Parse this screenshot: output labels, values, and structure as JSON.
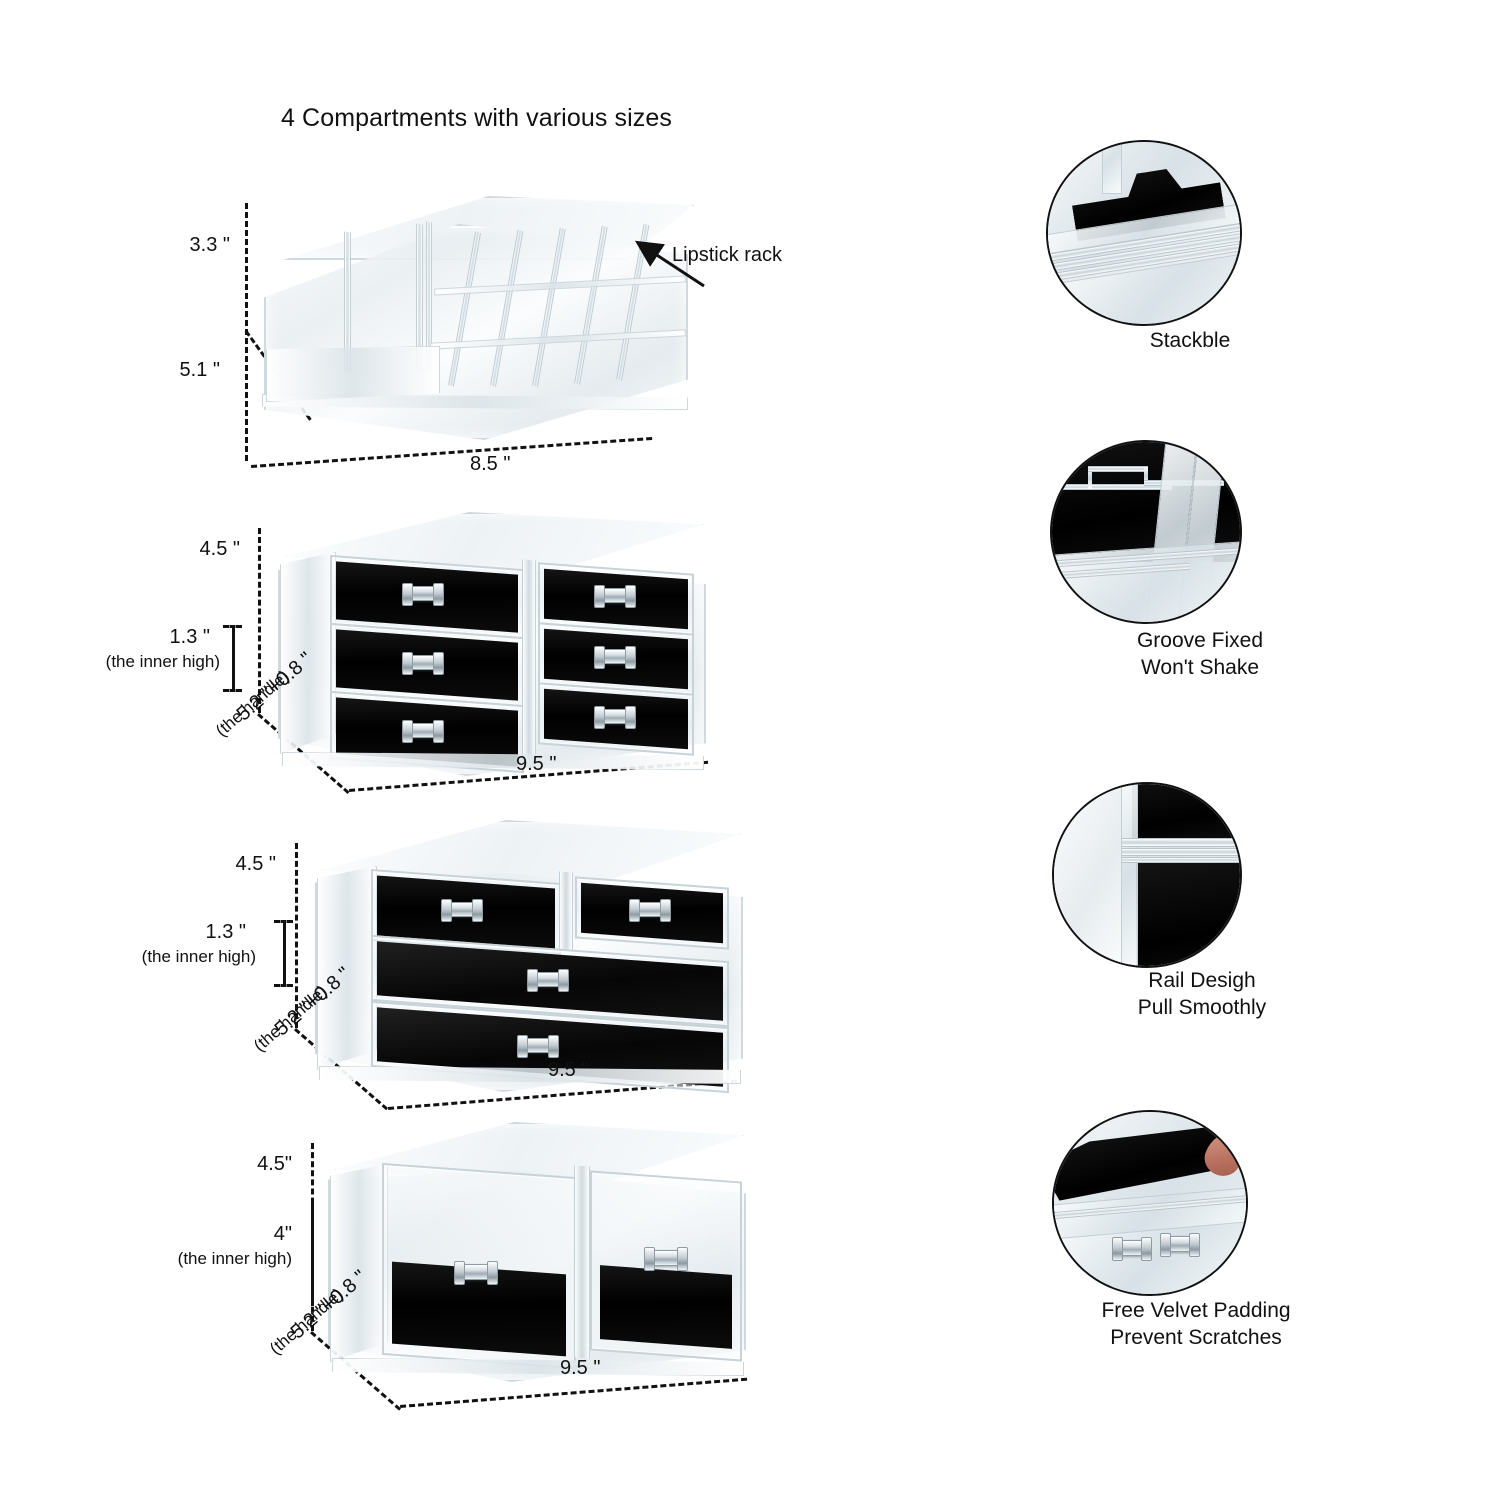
{
  "headline": "4 Compartments with various sizes",
  "products": [
    {
      "id": "lipstick-tray",
      "name": "4-compartment cosmetic tray with lipstick rack",
      "callout": "Lipstick rack",
      "dimensions": {
        "height": "3.3 \"",
        "depth": "5.1 \"",
        "width": "8.5 \""
      }
    },
    {
      "id": "six-drawer-box",
      "name": "6 small drawer acrylic organizer",
      "dimensions": {
        "height": "4.5 \"",
        "inner_height": "1.3 \"",
        "inner_height_note": "(the inner high)",
        "depth": "5.2 \"+0.8 \"",
        "depth_note": "(the handle)",
        "width": "9.5 \""
      }
    },
    {
      "id": "four-drawer-box",
      "name": "4 drawer acrylic organizer",
      "dimensions": {
        "height": "4.5 \"",
        "inner_height": "1.3 \"",
        "inner_height_note": "(the inner high)",
        "depth": "5.2 \"+0.8 \"",
        "depth_note": "(the handle)",
        "width": "9.5 \""
      }
    },
    {
      "id": "two-drawer-box",
      "name": "2 deep drawer acrylic organizer",
      "dimensions": {
        "height": "4.5\"",
        "inner_height": "4\"",
        "inner_height_note": "(the inner high)",
        "depth": "5.2 \"+0.8 \"",
        "depth_note": "(the handle)",
        "width": "9.5 \""
      }
    }
  ],
  "features": [
    {
      "id": "stackable",
      "caption": "Stackble",
      "photo": "stacked-trays-closeup"
    },
    {
      "id": "groove-fixed",
      "caption": "Groove Fixed\nWon't Shake",
      "photo": "groove-edge-closeup"
    },
    {
      "id": "rail-design",
      "caption": "Rail Desigh\nPull Smoothly",
      "photo": "rail-corner-closeup"
    },
    {
      "id": "velvet-padding",
      "caption": "Free Velvet Padding\nPrevent Scratches",
      "photo": "velvet-liner-lifted-closeup"
    }
  ],
  "colors": {
    "background": "#ffffff",
    "text": "#111111",
    "velvet": "#000000",
    "acrylic": "#e8eef1",
    "outline": "#111111"
  }
}
